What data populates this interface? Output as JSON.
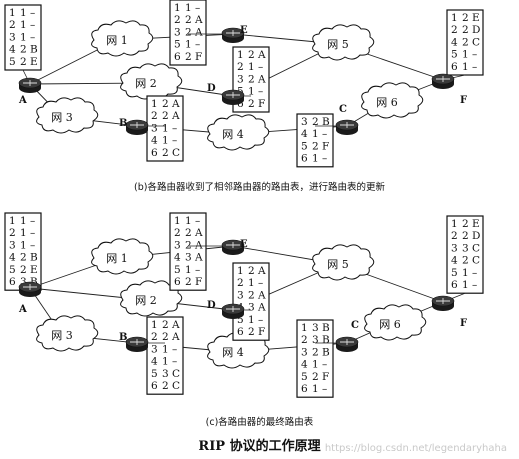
{
  "title": "RIP 协议的工作原理",
  "watermark": "https://blog.csdn.net/legendaryhaha",
  "diagrams": [
    {
      "id": "b",
      "caption": "(b)各路由器收到了相邻路由器的路由表，进行路由表的更新",
      "networks": [
        "网 1",
        "网 2",
        "网 3",
        "网 4",
        "网 5",
        "网 6"
      ],
      "routers": [
        "A",
        "B",
        "C",
        "D",
        "E",
        "F"
      ],
      "tables": {
        "A": [
          [
            "1",
            "1",
            "–"
          ],
          [
            "2",
            "1",
            "–"
          ],
          [
            "3",
            "1",
            "–"
          ],
          [
            "4",
            "2",
            "B"
          ],
          [
            "5",
            "2",
            "E"
          ]
        ],
        "E": [
          [
            "1",
            "1",
            "–"
          ],
          [
            "2",
            "2",
            "A"
          ],
          [
            "3",
            "2",
            "A"
          ],
          [
            "5",
            "1",
            "–"
          ],
          [
            "6",
            "2",
            "F"
          ]
        ],
        "D": [
          [
            "1",
            "2",
            "A"
          ],
          [
            "2",
            "1",
            "–"
          ],
          [
            "3",
            "2",
            "A"
          ],
          [
            "5",
            "1",
            "–"
          ],
          [
            "6",
            "2",
            "F"
          ]
        ],
        "B": [
          [
            "1",
            "2",
            "A"
          ],
          [
            "2",
            "2",
            "A"
          ],
          [
            "3",
            "1",
            "–"
          ],
          [
            "4",
            "1",
            "–"
          ],
          [
            "6",
            "2",
            "C"
          ]
        ],
        "C": [
          [
            "3",
            "2",
            "B"
          ],
          [
            "4",
            "1",
            "–"
          ],
          [
            "5",
            "2",
            "F"
          ],
          [
            "6",
            "1",
            "–"
          ]
        ],
        "F": [
          [
            "1",
            "2",
            "E"
          ],
          [
            "2",
            "2",
            "D"
          ],
          [
            "4",
            "2",
            "C"
          ],
          [
            "5",
            "1",
            "–"
          ],
          [
            "6",
            "1",
            "–"
          ]
        ]
      }
    },
    {
      "id": "c",
      "caption": "(c)各路由器的最终路由表",
      "networks": [
        "网 1",
        "网 2",
        "网 3",
        "网 4",
        "网 5",
        "网 6"
      ],
      "routers": [
        "A",
        "B",
        "C",
        "D",
        "E",
        "F"
      ],
      "tables": {
        "A": [
          [
            "1",
            "1",
            "–"
          ],
          [
            "2",
            "1",
            "–"
          ],
          [
            "3",
            "1",
            "–"
          ],
          [
            "4",
            "2",
            "B"
          ],
          [
            "5",
            "2",
            "E"
          ],
          [
            "6",
            "3",
            "B"
          ]
        ],
        "E": [
          [
            "1",
            "1",
            "–"
          ],
          [
            "2",
            "2",
            "A"
          ],
          [
            "3",
            "2",
            "A"
          ],
          [
            "4",
            "3",
            "A"
          ],
          [
            "5",
            "1",
            "–"
          ],
          [
            "6",
            "2",
            "F"
          ]
        ],
        "D": [
          [
            "1",
            "2",
            "A"
          ],
          [
            "2",
            "1",
            "–"
          ],
          [
            "3",
            "2",
            "A"
          ],
          [
            "4",
            "3",
            "A"
          ],
          [
            "5",
            "1",
            "–"
          ],
          [
            "6",
            "2",
            "F"
          ]
        ],
        "B": [
          [
            "1",
            "2",
            "A"
          ],
          [
            "2",
            "2",
            "A"
          ],
          [
            "3",
            "1",
            "–"
          ],
          [
            "4",
            "1",
            "–"
          ],
          [
            "5",
            "3",
            "C"
          ],
          [
            "6",
            "2",
            "C"
          ]
        ],
        "C": [
          [
            "1",
            "3",
            "B"
          ],
          [
            "2",
            "3",
            "B"
          ],
          [
            "3",
            "2",
            "B"
          ],
          [
            "4",
            "1",
            "–"
          ],
          [
            "5",
            "2",
            "F"
          ],
          [
            "6",
            "1",
            "–"
          ]
        ],
        "F": [
          [
            "1",
            "2",
            "E"
          ],
          [
            "2",
            "2",
            "D"
          ],
          [
            "3",
            "3",
            "C"
          ],
          [
            "4",
            "2",
            "C"
          ],
          [
            "5",
            "1",
            "–"
          ],
          [
            "6",
            "1",
            "–"
          ]
        ]
      }
    }
  ]
}
